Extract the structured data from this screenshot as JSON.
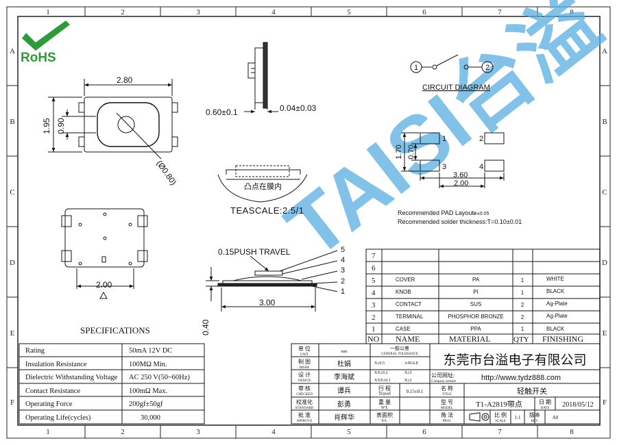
{
  "border": {
    "col_numbers": [
      "1",
      "2",
      "3",
      "4",
      "5",
      "6",
      "7",
      "8"
    ],
    "row_letters": [
      "A",
      "B",
      "C",
      "D",
      "E",
      "F"
    ]
  },
  "rohs": {
    "text": "RoHS"
  },
  "watermark": {
    "text": "TAISI台溢"
  },
  "top_view": {
    "dim_width": "2.80",
    "dim_height": "1.95",
    "dim_inner": "0.90",
    "dim_dia": "(Ø0.80)"
  },
  "side_view": {
    "dim_left": "0.60±0.1",
    "dim_right": "0.04±0.03"
  },
  "detail": {
    "label": "凸点在膜内",
    "scale": "TEASCALE:2.5/1"
  },
  "bottom_view": {
    "dim_width": "2.00"
  },
  "section_view": {
    "push_travel": "0.15PUSH TRAVEL",
    "dim_width": "3.00",
    "dim_height": "0.40",
    "callouts": [
      "5",
      "4",
      "3",
      "2",
      "1"
    ]
  },
  "circuit": {
    "title": "CIRCUIT DIAGRAM",
    "pin1": "1",
    "pin2": "2"
  },
  "pad_layout": {
    "dim_pad_height": "1.70",
    "dim_pad_gap": "0.70",
    "dim_inner": "2.00",
    "dim_total": "3.60",
    "pad_labels": [
      "1",
      "2",
      "3",
      "4"
    ],
    "note1": "Recommended PAD Layout",
    "note1_tol": "⊕±0.05",
    "note2": "Recommended solder thickness:T=0.10±0.01"
  },
  "specifications": {
    "title": "SPECIFICATIONS",
    "rows": [
      {
        "label": "Rating",
        "value": "50mA 12V DC"
      },
      {
        "label": "Insulation Resistance",
        "value": "100MΩ Min."
      },
      {
        "label": "Dielectric Withstanding Voltage",
        "value": "AC 250 V(50~60Hz)"
      },
      {
        "label": "Contact Resistance",
        "value": "100mΩ Max."
      },
      {
        "label": "Operating Force",
        "value": "200gf±50gf"
      },
      {
        "label": "Operating Life(cycles)",
        "value": "30,000"
      }
    ]
  },
  "bom": {
    "headers": {
      "no": "NO",
      "name": "NAME",
      "material": "MATERIAL",
      "qty": "QTY",
      "finishing": "FINISHING"
    },
    "rows": [
      {
        "no": "7",
        "name": "",
        "material": "",
        "qty": "",
        "finishing": ""
      },
      {
        "no": "6",
        "name": "",
        "material": "",
        "qty": "",
        "finishing": ""
      },
      {
        "no": "5",
        "name": "COVER",
        "material": "PA",
        "qty": "1",
        "finishing": "WHITE"
      },
      {
        "no": "4",
        "name": "KNOB",
        "material": "PI",
        "qty": "1",
        "finishing": "BLACK"
      },
      {
        "no": "3",
        "name": "CONTACT",
        "material": "SUS",
        "qty": "2",
        "finishing": "Ag-Plate"
      },
      {
        "no": "2",
        "name": "TERMINAL",
        "material": "PHOSPHOR BRONZE",
        "qty": "2",
        "finishing": "Ag-Plate"
      },
      {
        "no": "1",
        "name": "CASE",
        "material": "PPA",
        "qty": "1",
        "finishing": "BLACK"
      }
    ]
  },
  "title_block": {
    "unit_label": "单 位",
    "unit_sub": "UNIT",
    "unit_value": "mm",
    "draw_label": "制 图",
    "draw_sub": "DRAW",
    "draw_value": "杜娟",
    "design_label": "设 计",
    "design_sub": "DESIGN",
    "design_value": "李海斌",
    "checked_label": "审 核",
    "checked_sub": "CHECKED",
    "checked_value": "谭兵",
    "standard_label": "校准化",
    "standard_sub": "STANDARD",
    "standard_value": "彭勇",
    "approve_label": "批 准",
    "approve_sub": "APPROVE",
    "approve_value": "肖辉华",
    "tol_label": "一般公差",
    "tol_sub": "GENERAL TOLERANCE",
    "tol_x1": "X±0.5",
    "tol_angle": "ANGLE",
    "tol_x2": "XX±0.2",
    "tol_x3": "X±5",
    "tol_x4": "XXX±0.1",
    "tol_x5": "X±2",
    "travel_label": "行 程",
    "travel_sub": "Travel",
    "travel_value": "0.15±0.1",
    "weight_label": "重 量",
    "weight_sub": "WT.",
    "area_label": "表面积",
    "area_sub": "SA.",
    "company": "东莞市台溢电子有限公司",
    "website_label": "公司网址:",
    "website_sub": "Company website",
    "website": "http://www.tydz888.com",
    "title_label": "名 称",
    "title_sub": "TITLE",
    "title_value": "轻触开关",
    "model_label": "型 号",
    "model_sub": "MODEL",
    "model_value": "T1-A2819带点",
    "date_label": "日 期",
    "date_sub": "DATE",
    "date_value": "2018/05/12",
    "proj_label": "角 法",
    "proj_sub": "PROJ.",
    "scale_label": "比 例",
    "scale_sub": "SCALE",
    "scale_value": "1:1",
    "rev_label": "版本",
    "rev_sub": "REV.",
    "rev_value": "A0"
  }
}
